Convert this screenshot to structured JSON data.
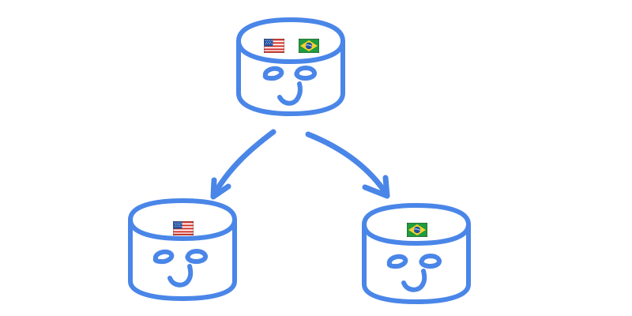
{
  "colors": {
    "background": "#ffffff",
    "stroke": "#4a86e8",
    "flag_us_stripe_red": "#d22f27",
    "flag_us_stripe_white": "#ffffff",
    "flag_us_canton": "#1e50a0",
    "flag_br_green": "#1f9c3c",
    "flag_br_yellow": "#f8d12e",
    "flag_br_blue": "#1e50a0",
    "flag_outline": "#3a3a3a"
  },
  "nodes": [
    {
      "id": "primary-database",
      "flags": [
        "flag-us-icon",
        "flag-brazil-icon"
      ]
    },
    {
      "id": "us-shard-database",
      "flags": [
        "flag-us-icon"
      ]
    },
    {
      "id": "brazil-shard-database",
      "flags": [
        "flag-brazil-icon"
      ]
    }
  ],
  "edges": [
    {
      "from": "primary-database",
      "to": "us-shard-database"
    },
    {
      "from": "primary-database",
      "to": "brazil-shard-database"
    }
  ]
}
